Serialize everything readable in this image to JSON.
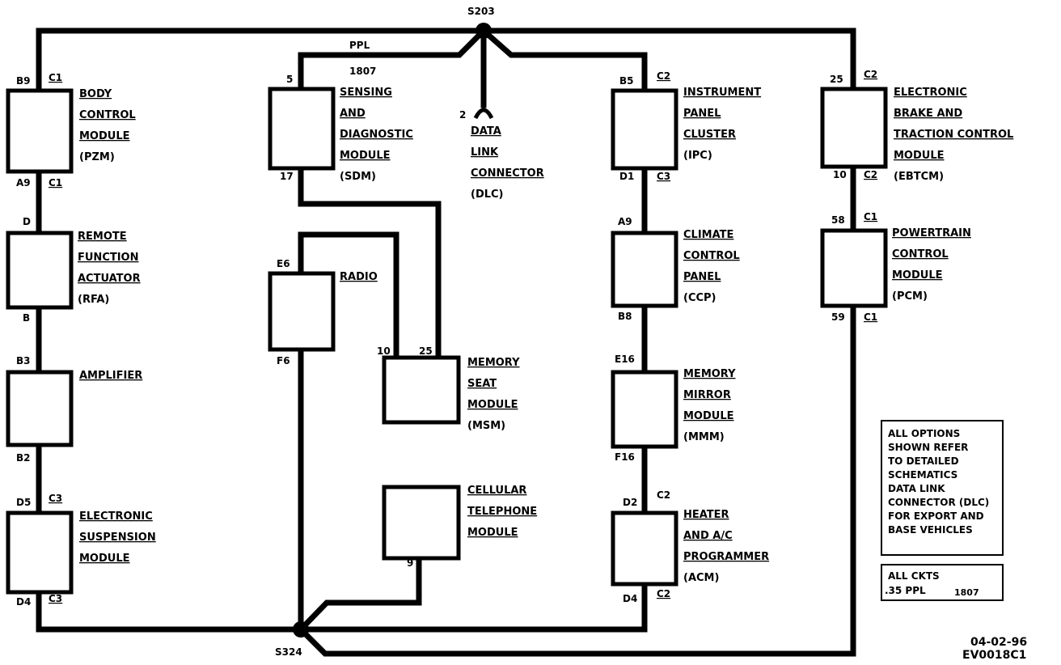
{
  "splices": {
    "top": "S203",
    "bottom": "S324"
  },
  "wire": {
    "color": "PPL",
    "circuit": "1807"
  },
  "dlc": {
    "pin": "2",
    "label": [
      "DATA",
      "LINK",
      "CONNECTOR",
      "(DLC)"
    ]
  },
  "modules": {
    "bcm": {
      "label": [
        "BODY",
        "CONTROL",
        "MODULE",
        "(PZM)"
      ],
      "pin_top": "B9",
      "conn_top": "C1",
      "pin_bottom": "A9",
      "conn_bottom": "C1"
    },
    "rfa": {
      "label": [
        "REMOTE",
        "FUNCTION",
        "ACTUATOR",
        "(RFA)"
      ],
      "pin_top": "D",
      "pin_bottom": "B"
    },
    "amp": {
      "label": [
        "AMPLIFIER"
      ],
      "pin_top": "B3",
      "pin_bottom": "B2"
    },
    "esm": {
      "label": [
        "ELECTRONIC",
        "SUSPENSION",
        "MODULE"
      ],
      "pin_top": "D5",
      "conn_top": "C3",
      "pin_bottom": "D4",
      "conn_bottom": "C3"
    },
    "sdm": {
      "label": [
        "SENSING",
        "AND",
        "DIAGNOSTIC",
        "MODULE",
        "(SDM)"
      ],
      "pin_top": "5",
      "pin_bottom": "17"
    },
    "radio": {
      "label": [
        "RADIO"
      ],
      "pin_top": "E6",
      "pin_bottom": "F6"
    },
    "msm": {
      "label": [
        "MEMORY",
        "SEAT",
        "MODULE",
        "(MSM)"
      ],
      "pin_left": "10",
      "pin_right": "25"
    },
    "phone": {
      "label": [
        "CELLULAR",
        "TELEPHONE",
        "MODULE"
      ],
      "pin_bottom": "9"
    },
    "ipc": {
      "label": [
        "INSTRUMENT",
        "PANEL",
        "CLUSTER",
        "(IPC)"
      ],
      "pin_top": "B5",
      "conn_top": "C2",
      "pin_bottom": "D1",
      "conn_bottom": "C3"
    },
    "ccp": {
      "label": [
        "CLIMATE",
        "CONTROL",
        "PANEL",
        "(CCP)"
      ],
      "pin_top": "A9",
      "pin_bottom": "B8"
    },
    "mmm": {
      "label": [
        "MEMORY",
        "MIRROR",
        "MODULE",
        "(MMM)"
      ],
      "pin_top": "E16",
      "pin_bottom": "F16"
    },
    "acm": {
      "label": [
        "HEATER",
        "AND A/C",
        "PROGRAMMER",
        "(ACM)"
      ],
      "pin_top": "D2",
      "conn_top": "C2",
      "pin_bottom": "D4",
      "conn_bottom": "C2"
    },
    "ebtcm": {
      "label": [
        "ELECTRONIC",
        "BRAKE AND",
        "TRACTION CONTROL",
        "MODULE",
        "(EBTCM)"
      ],
      "pin_top": "25",
      "conn_top": "C2",
      "pin_bottom": "10",
      "conn_bottom": "C2"
    },
    "pcm": {
      "label": [
        "POWERTRAIN",
        "CONTROL",
        "MODULE",
        "(PCM)"
      ],
      "pin_top": "58",
      "conn_top": "C1",
      "pin_bottom": "59",
      "conn_bottom": "C1"
    }
  },
  "notes": {
    "options": [
      "ALL OPTIONS",
      "SHOWN REFER",
      "TO DETAILED",
      "SCHEMATICS",
      "DATA LINK",
      "CONNECTOR (DLC)",
      "FOR EXPORT AND",
      "BASE VEHICLES"
    ],
    "ckts_line1": "ALL CKTS",
    "ckts_line2": ".35 PPL",
    "ckts_circuit": "1807"
  },
  "footer": {
    "date": "04-02-96",
    "code": "EV0018C1"
  }
}
